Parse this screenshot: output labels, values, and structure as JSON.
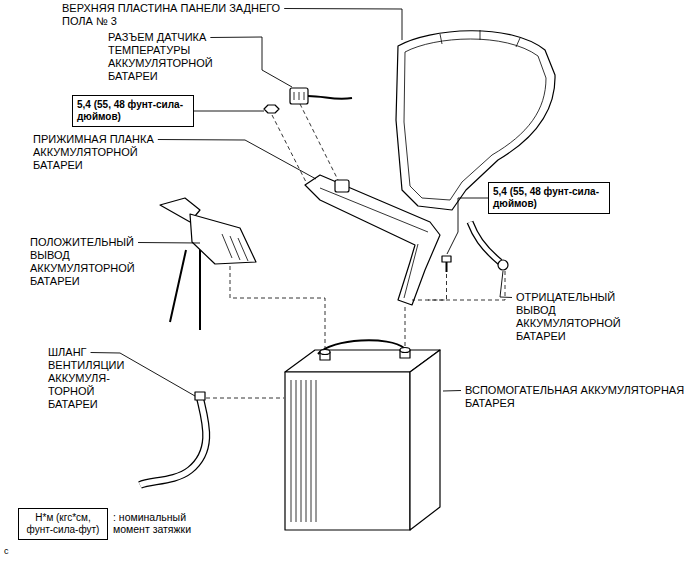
{
  "diagram": {
    "nodes": [
      {
        "text": [
          "5,4 (55, 48 фунт-сила-дюймов)"
        ]
      },
      {
        "text": [
          "5,4 (55, 48 фунт-сила-дюймов)"
        ]
      },
      {
        "text": [
          "Н*м (кгс*см, фунт-сила-фут)",
          ": номинальный момент затяжки"
        ]
      }
    ],
    "labels": [
      "ВЕРХНЯЯ ПЛАСТИНА ПАНЕЛИ ЗАДНЕГО ПОЛА № 3",
      "РАЗЪЕМ ДАТЧИКА ТЕМПЕРАТУРЫ АККУМУЛЯТОРНОЙ БАТАРЕИ",
      "ПРИЖИМНАЯ ПЛАНКА АККУМУЛЯТОРНОЙ БАТАРЕИ",
      "ПОЛОЖИТЕЛЬНЫЙ ВЫВОД АККУМУЛЯТОРНОЙ БАТАРЕИ",
      "ШЛАНГ ВЕНТИЛЯЦИИ АККУМУЛЯ-ТОРНОЙ БАТАРЕИ",
      "ОТРИЦАТЕЛЬНЫЙ ВЫВОД АККУМУЛЯТОРНОЙ БАТАРЕИ",
      "ВСПОМОГАТЕЛЬНАЯ АККУМУЛЯТОРНАЯ БАТАРЕЯ",
      "c"
    ]
  }
}
